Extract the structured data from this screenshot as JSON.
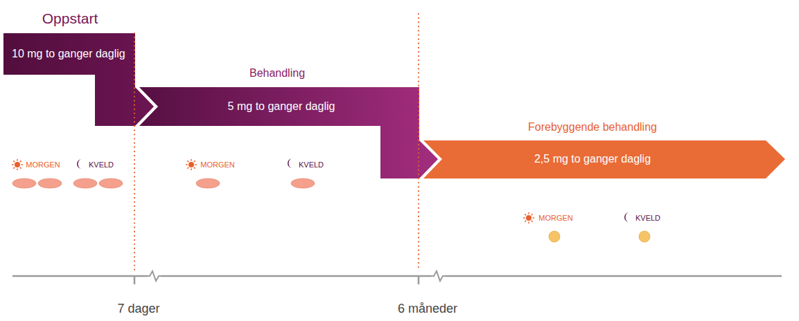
{
  "diagram": {
    "nodes": [
      {
        "text": [
          "Oppstart",
          "10 mg to ganger daglig"
        ]
      },
      {
        "text": [
          "Behandling",
          "5 mg to ganger daglig"
        ]
      },
      {
        "text": [
          "Forebyggende behandling",
          "2,5 mg to ganger daglig"
        ]
      }
    ],
    "labels": [
      "MORGEN",
      "KVELD",
      "MORGEN",
      "KVELD",
      "MORGEN",
      "KVELD",
      "7 dager",
      "6 måneder"
    ]
  }
}
